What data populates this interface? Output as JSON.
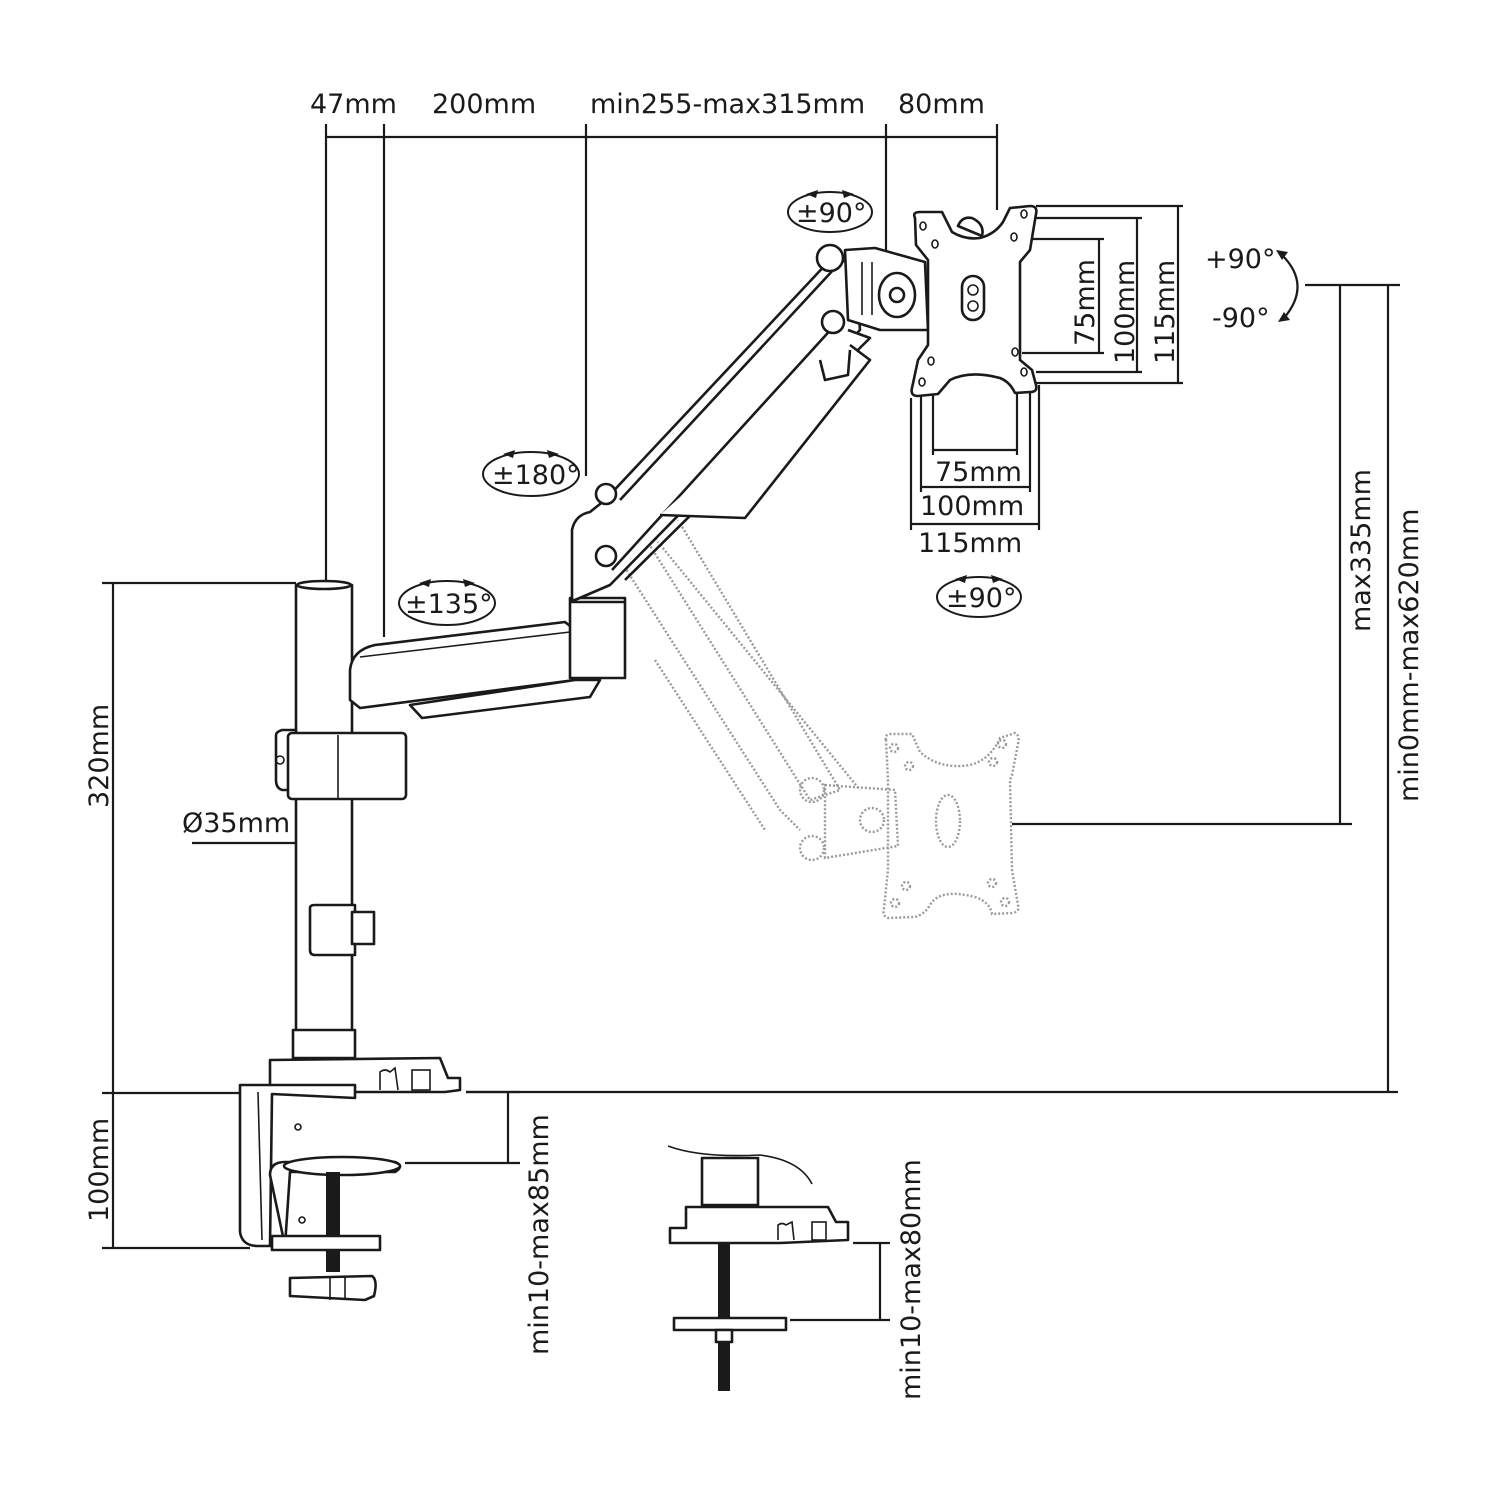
{
  "diagram": {
    "title": "Gas spring monitor arm dimension drawing",
    "colors": {
      "line": "#1a1a1a",
      "ghost": "#9a9a9a",
      "background": "#ffffff"
    },
    "top_dimensions": {
      "pole_to_arm": "47mm",
      "lower_arm": "200mm",
      "upper_arm": "min255-max315mm",
      "head": "80mm"
    },
    "rotations": {
      "head_swivel": "±90°",
      "upper_arm_swivel": "±180°",
      "lower_arm_swivel": "±135°",
      "vesa_swivel": "±90°",
      "tilt_up": "+90°",
      "tilt_down": "-90°"
    },
    "vesa": {
      "vertical": [
        "75mm",
        "100mm",
        "115mm"
      ],
      "horizontal": [
        "75mm",
        "100mm",
        "115mm"
      ]
    },
    "height_dimensions": {
      "pole_height": "320mm",
      "pole_diameter": "Ø35mm",
      "clamp_height": "100mm",
      "clamp_desk_thickness": "min10-max85mm",
      "grommet_desk_thickness": "min10-max80mm",
      "height_adjust": "max335mm",
      "total_height_range": "min0mm-max620mm"
    }
  }
}
